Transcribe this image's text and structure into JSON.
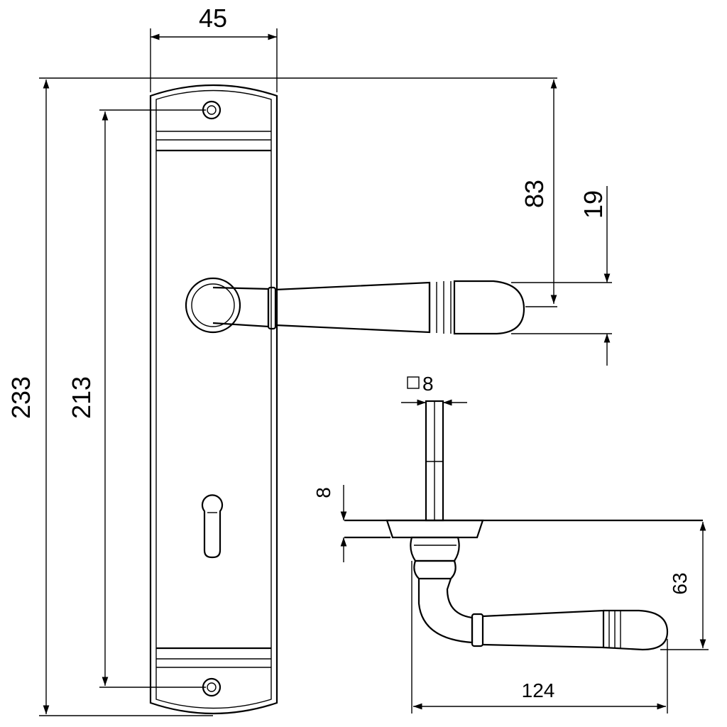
{
  "drawing": {
    "title": "Door lever handle on backplate – dimensioned drawing",
    "dimensions": {
      "plate_width": "45",
      "total_height": "233",
      "screw_spacing": "213",
      "lever_axis_from_top": "83",
      "lever_thickness": "19",
      "spindle_square": "8",
      "plate_thickness": "8",
      "lever_projection": "63",
      "lever_length": "124"
    },
    "colors": {
      "line": "#000000",
      "background": "#ffffff"
    }
  }
}
